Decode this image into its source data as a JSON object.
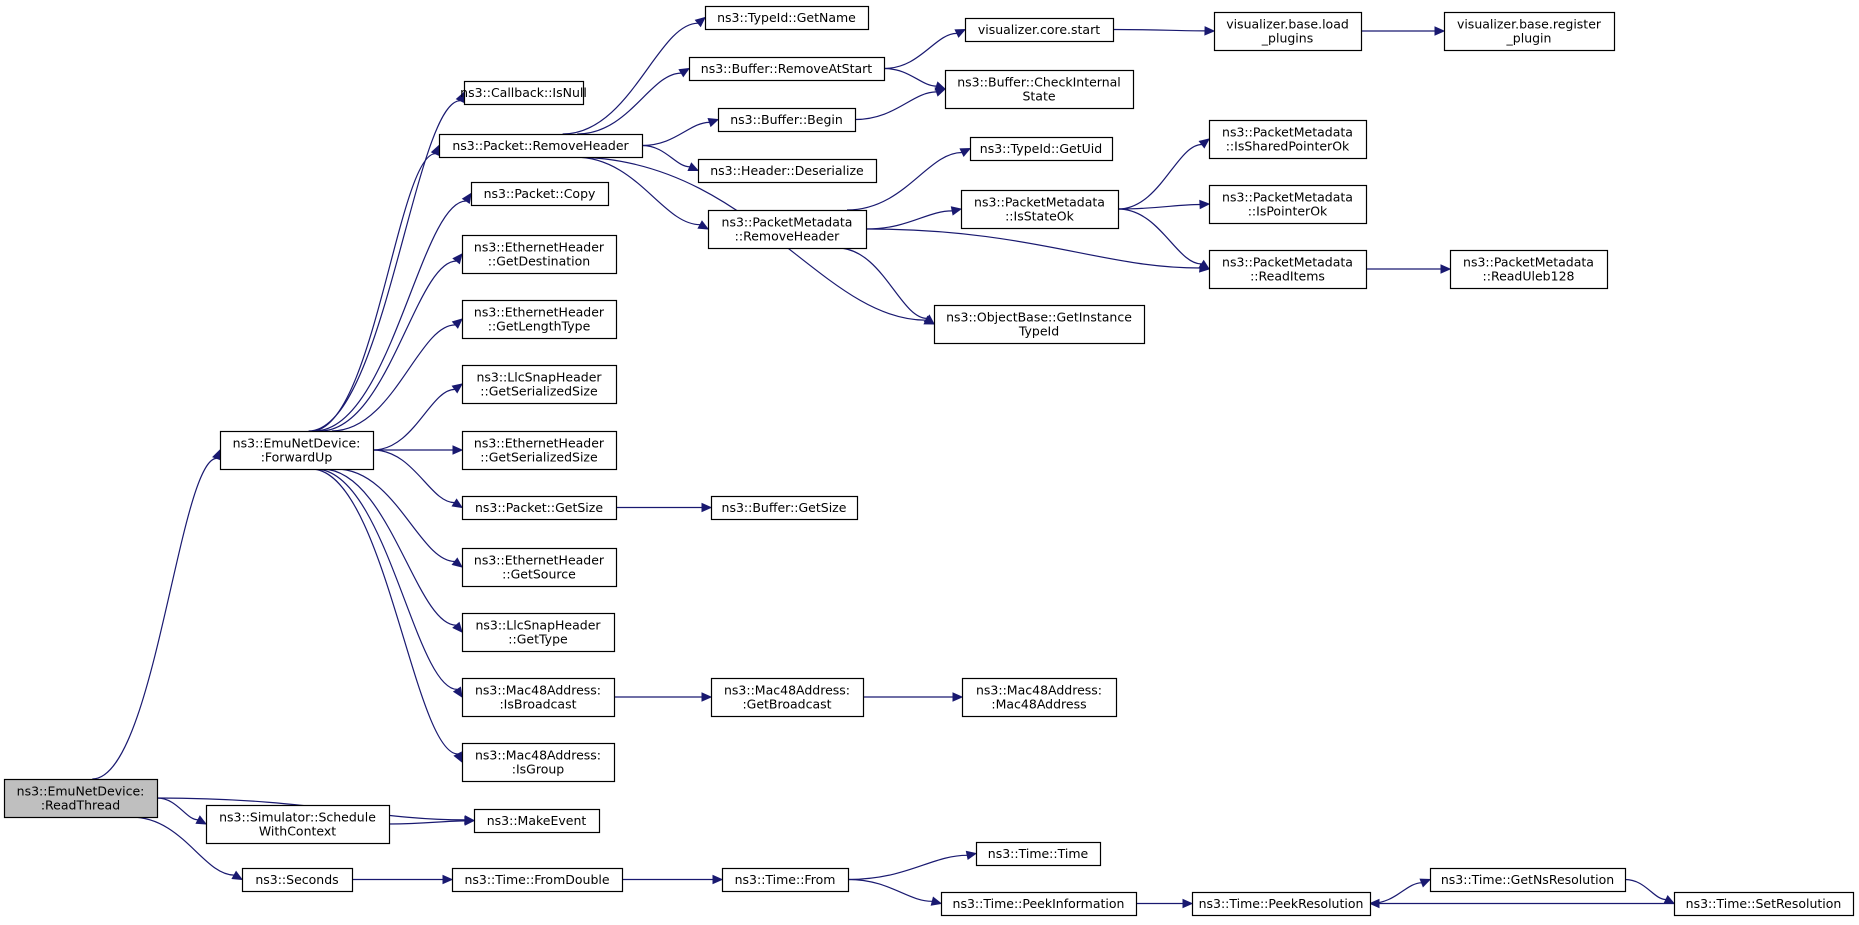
{
  "nodes": [
    {
      "id": "readthread",
      "lines": [
        "ns3::EmuNetDevice:",
        ":ReadThread"
      ],
      "root": true
    },
    {
      "id": "forwardup",
      "lines": [
        "ns3::EmuNetDevice:",
        ":ForwardUp"
      ]
    },
    {
      "id": "schedule",
      "lines": [
        "ns3::Simulator::Schedule",
        "WithContext"
      ]
    },
    {
      "id": "seconds",
      "lines": [
        "ns3::Seconds"
      ]
    },
    {
      "id": "makeevent",
      "lines": [
        "ns3::MakeEvent"
      ]
    },
    {
      "id": "fromdouble",
      "lines": [
        "ns3::Time::FromDouble"
      ]
    },
    {
      "id": "timefrom",
      "lines": [
        "ns3::Time::From"
      ]
    },
    {
      "id": "timetime",
      "lines": [
        "ns3::Time::Time"
      ]
    },
    {
      "id": "peekinfo",
      "lines": [
        "ns3::Time::PeekInformation"
      ]
    },
    {
      "id": "peekres",
      "lines": [
        "ns3::Time::PeekResolution"
      ]
    },
    {
      "id": "getnsres",
      "lines": [
        "ns3::Time::GetNsResolution"
      ]
    },
    {
      "id": "setres",
      "lines": [
        "ns3::Time::SetResolution"
      ]
    },
    {
      "id": "cbisnull",
      "lines": [
        "ns3::Callback::IsNull"
      ]
    },
    {
      "id": "pktremovehdr",
      "lines": [
        "ns3::Packet::RemoveHeader"
      ]
    },
    {
      "id": "pktcopy",
      "lines": [
        "ns3::Packet::Copy"
      ]
    },
    {
      "id": "ethgetdest",
      "lines": [
        "ns3::EthernetHeader",
        "::GetDestination"
      ]
    },
    {
      "id": "ethgetlen",
      "lines": [
        "ns3::EthernetHeader",
        "::GetLengthType"
      ]
    },
    {
      "id": "llcgetser",
      "lines": [
        "ns3::LlcSnapHeader",
        "::GetSerializedSize"
      ]
    },
    {
      "id": "ethgetser",
      "lines": [
        "ns3::EthernetHeader",
        "::GetSerializedSize"
      ]
    },
    {
      "id": "pktgetsize",
      "lines": [
        "ns3::Packet::GetSize"
      ]
    },
    {
      "id": "ethgetsrc",
      "lines": [
        "ns3::EthernetHeader",
        "::GetSource"
      ]
    },
    {
      "id": "llcgettype",
      "lines": [
        "ns3::LlcSnapHeader",
        "::GetType"
      ]
    },
    {
      "id": "macisbcast",
      "lines": [
        "ns3::Mac48Address:",
        ":IsBroadcast"
      ]
    },
    {
      "id": "macisgroup",
      "lines": [
        "ns3::Mac48Address:",
        ":IsGroup"
      ]
    },
    {
      "id": "typeidgetname",
      "lines": [
        "ns3::TypeId::GetName"
      ]
    },
    {
      "id": "bufremoveatstart",
      "lines": [
        "ns3::Buffer::RemoveAtStart"
      ]
    },
    {
      "id": "bufbegin",
      "lines": [
        "ns3::Buffer::Begin"
      ]
    },
    {
      "id": "hdrdeser",
      "lines": [
        "ns3::Header::Deserialize"
      ]
    },
    {
      "id": "pmremovehdr",
      "lines": [
        "ns3::PacketMetadata",
        "::RemoveHeader"
      ]
    },
    {
      "id": "vizstart",
      "lines": [
        "visualizer.core.start"
      ]
    },
    {
      "id": "bufcheck",
      "lines": [
        "ns3::Buffer::CheckInternal",
        "State"
      ]
    },
    {
      "id": "typeidgetuid",
      "lines": [
        "ns3::TypeId::GetUid"
      ]
    },
    {
      "id": "pmisstateok",
      "lines": [
        "ns3::PacketMetadata",
        "::IsStateOk"
      ]
    },
    {
      "id": "objgetinst",
      "lines": [
        "ns3::ObjectBase::GetInstance",
        "TypeId"
      ]
    },
    {
      "id": "vizload",
      "lines": [
        "visualizer.base.load",
        "_plugins"
      ]
    },
    {
      "id": "vizreg",
      "lines": [
        "visualizer.base.register",
        "_plugin"
      ]
    },
    {
      "id": "pmisshared",
      "lines": [
        "ns3::PacketMetadata",
        "::IsSharedPointerOk"
      ]
    },
    {
      "id": "pmisptr",
      "lines": [
        "ns3::PacketMetadata",
        "::IsPointerOk"
      ]
    },
    {
      "id": "pmreaditems",
      "lines": [
        "ns3::PacketMetadata",
        "::ReadItems"
      ]
    },
    {
      "id": "pmreaduleb",
      "lines": [
        "ns3::PacketMetadata",
        "::ReadUleb128"
      ]
    },
    {
      "id": "bufgetsize",
      "lines": [
        "ns3::Buffer::GetSize"
      ]
    },
    {
      "id": "macgetbcast",
      "lines": [
        "ns3::Mac48Address:",
        ":GetBroadcast"
      ]
    },
    {
      "id": "macmac48",
      "lines": [
        "ns3::Mac48Address:",
        ":Mac48Address"
      ]
    }
  ],
  "edges": [
    [
      "readthread",
      "forwardup"
    ],
    [
      "readthread",
      "makeevent"
    ],
    [
      "readthread",
      "schedule"
    ],
    [
      "readthread",
      "seconds"
    ],
    [
      "schedule",
      "makeevent"
    ],
    [
      "seconds",
      "fromdouble"
    ],
    [
      "fromdouble",
      "timefrom"
    ],
    [
      "timefrom",
      "timetime"
    ],
    [
      "timefrom",
      "peekinfo"
    ],
    [
      "peekinfo",
      "peekres"
    ],
    [
      "peekres",
      "getnsres"
    ],
    [
      "getnsres",
      "setres"
    ],
    [
      "setres",
      "peekres"
    ],
    [
      "forwardup",
      "cbisnull"
    ],
    [
      "forwardup",
      "pktremovehdr"
    ],
    [
      "forwardup",
      "pktcopy"
    ],
    [
      "forwardup",
      "ethgetdest"
    ],
    [
      "forwardup",
      "ethgetlen"
    ],
    [
      "forwardup",
      "llcgetser"
    ],
    [
      "forwardup",
      "ethgetser"
    ],
    [
      "forwardup",
      "pktgetsize"
    ],
    [
      "forwardup",
      "ethgetsrc"
    ],
    [
      "forwardup",
      "llcgettype"
    ],
    [
      "forwardup",
      "macisbcast"
    ],
    [
      "forwardup",
      "macisgroup"
    ],
    [
      "pktremovehdr",
      "typeidgetname"
    ],
    [
      "pktremovehdr",
      "bufremoveatstart"
    ],
    [
      "pktremovehdr",
      "bufbegin"
    ],
    [
      "pktremovehdr",
      "hdrdeser"
    ],
    [
      "pktremovehdr",
      "pmremovehdr"
    ],
    [
      "pktremovehdr",
      "objgetinst"
    ],
    [
      "bufremoveatstart",
      "vizstart"
    ],
    [
      "bufremoveatstart",
      "bufcheck"
    ],
    [
      "bufbegin",
      "bufcheck"
    ],
    [
      "vizstart",
      "vizload"
    ],
    [
      "vizload",
      "vizreg"
    ],
    [
      "pmremovehdr",
      "typeidgetuid"
    ],
    [
      "pmremovehdr",
      "pmisstateok"
    ],
    [
      "pmremovehdr",
      "pmreaditems"
    ],
    [
      "pmremovehdr",
      "objgetinst"
    ],
    [
      "pmisstateok",
      "pmisshared"
    ],
    [
      "pmisstateok",
      "pmisptr"
    ],
    [
      "pmisstateok",
      "pmreaditems"
    ],
    [
      "pmreaditems",
      "pmreaduleb"
    ],
    [
      "pktgetsize",
      "bufgetsize"
    ],
    [
      "macisbcast",
      "macgetbcast"
    ],
    [
      "macgetbcast",
      "macmac48"
    ]
  ]
}
